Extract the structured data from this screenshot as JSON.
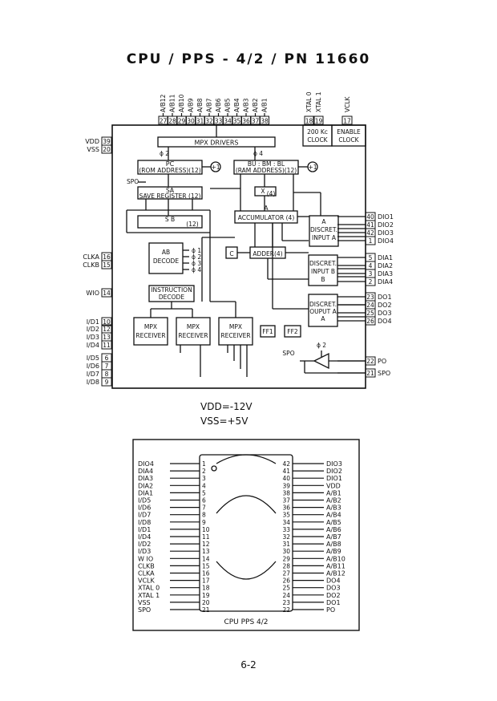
{
  "title": "CPU / PPS - 4/2 / PN 11660",
  "supply": {
    "vdd": "VDD=-12V",
    "vss": "VSS=+5V"
  },
  "page_number": "6-2",
  "block": {
    "top_pins": [
      {
        "name": "A/B12",
        "num": "27"
      },
      {
        "name": "A/B11",
        "num": "28"
      },
      {
        "name": "A/B10",
        "num": "29"
      },
      {
        "name": "A/B9",
        "num": "30"
      },
      {
        "name": "A/B8",
        "num": "31"
      },
      {
        "name": "A/B7",
        "num": "32"
      },
      {
        "name": "A/B6",
        "num": "33"
      },
      {
        "name": "A/B5",
        "num": "34"
      },
      {
        "name": "A/B4",
        "num": "35"
      },
      {
        "name": "A/B3",
        "num": "36"
      },
      {
        "name": "A/B2",
        "num": "37"
      },
      {
        "name": "A/B1",
        "num": "38"
      }
    ],
    "xtal": [
      {
        "name": "XTAL 0",
        "num": "18"
      },
      {
        "name": "XTAL 1",
        "num": "19"
      }
    ],
    "vclk": {
      "name": "VCLK",
      "num": "17"
    },
    "clock200": "200 Kc CLOCK",
    "enable_clock": "ENABLE CLOCK",
    "left_pins": [
      {
        "name": "VDD",
        "num": "39"
      },
      {
        "name": "VSS",
        "num": "20"
      },
      {
        "name": "CLKA",
        "num": "16"
      },
      {
        "name": "CLKB",
        "num": "15"
      },
      {
        "name": "WIO",
        "num": "14"
      },
      {
        "name": "I/D1",
        "num": "10"
      },
      {
        "name": "I/D2",
        "num": "12"
      },
      {
        "name": "I/D3",
        "num": "13"
      },
      {
        "name": "I/D4",
        "num": "11"
      },
      {
        "name": "I/D5",
        "num": "6"
      },
      {
        "name": "I/D6",
        "num": "7"
      },
      {
        "name": "I/D7",
        "num": "8"
      },
      {
        "name": "I/D8",
        "num": "9"
      }
    ],
    "right_pins": [
      {
        "name": "DIO1",
        "num": "40"
      },
      {
        "name": "DIO2",
        "num": "41"
      },
      {
        "name": "DIO3",
        "num": "42"
      },
      {
        "name": "DIO4",
        "num": "1"
      },
      {
        "name": "DIA1",
        "num": "5"
      },
      {
        "name": "DIA2",
        "num": "4"
      },
      {
        "name": "DIA3",
        "num": "3"
      },
      {
        "name": "DIA4",
        "num": "2"
      },
      {
        "name": "DO1",
        "num": "23"
      },
      {
        "name": "DO2",
        "num": "24"
      },
      {
        "name": "DO3",
        "num": "25"
      },
      {
        "name": "DO4",
        "num": "26"
      },
      {
        "name": "PO",
        "num": "22"
      },
      {
        "name": "SPO",
        "num": "21"
      }
    ],
    "labels": {
      "mpx_drivers": "MPX DRIVERS",
      "phi2": "ϕ 2",
      "phi4": "ϕ 4",
      "pc": "PC",
      "rom_address": "(ROM ADDRESS)(12)",
      "plus1": "+1",
      "bu_bm_bl": "BU : BM : BL",
      "ram_address": "(RAM ADDRESS)(12)",
      "spo": "SPO",
      "sa": "SA",
      "save_register": "SAVE REGISTER (12)",
      "x": "X",
      "x4": "(4)",
      "sb": "S B",
      "sb12": "(12)",
      "a": "A",
      "accumulator": "ACCUMULATOR (4)",
      "discrete_input_a": [
        "A",
        "DISCRET.",
        "INPUT A"
      ],
      "ab": "AB",
      "decode": "DECODE",
      "phases": [
        "ϕ 1",
        "ϕ 2",
        "ϕ 3",
        "ϕ 4"
      ],
      "c": "C",
      "adder": "ADDER(4)",
      "discrete_input_b": [
        "DISCRET.",
        "INPUT B",
        "B"
      ],
      "instruction": "INSTRUCTION",
      "instr_decode": "DECODE",
      "discrete_output_a": [
        "DISCRET.",
        "OUPUT A",
        "A"
      ],
      "mpx": "MPX",
      "receiver": "RECEIVER",
      "ff1": "FF1",
      "ff2": "FF2",
      "spo_out": "SPO",
      "phi2_small": "ϕ 2"
    }
  },
  "package": {
    "caption": "CPU  PPS 4/2",
    "left": [
      {
        "name": "DIO4",
        "num": "1"
      },
      {
        "name": "DIA4",
        "num": "2"
      },
      {
        "name": "DIA3",
        "num": "3"
      },
      {
        "name": "DIA2",
        "num": "4"
      },
      {
        "name": "DIA1",
        "num": "5"
      },
      {
        "name": "I/D5",
        "num": "6"
      },
      {
        "name": "I/D6",
        "num": "7"
      },
      {
        "name": "I/D7",
        "num": "8"
      },
      {
        "name": "I/D8",
        "num": "9"
      },
      {
        "name": "I/D1",
        "num": "10"
      },
      {
        "name": "I/D4",
        "num": "11"
      },
      {
        "name": "I/D2",
        "num": "12"
      },
      {
        "name": "I/D3",
        "num": "13"
      },
      {
        "name": "W IO",
        "num": "14"
      },
      {
        "name": "CLKB",
        "num": "15"
      },
      {
        "name": "CLKA",
        "num": "16"
      },
      {
        "name": "VCLK",
        "num": "17"
      },
      {
        "name": "XTAL 0",
        "num": "18"
      },
      {
        "name": "XTAL 1",
        "num": "19"
      },
      {
        "name": "VSS",
        "num": "20"
      },
      {
        "name": "SPO",
        "num": "21"
      }
    ],
    "right": [
      {
        "name": "DIO3",
        "num": "42"
      },
      {
        "name": "DIO2",
        "num": "41"
      },
      {
        "name": "DIO1",
        "num": "40"
      },
      {
        "name": "VDD",
        "num": "39"
      },
      {
        "name": "A/B1",
        "num": "38"
      },
      {
        "name": "A/B2",
        "num": "37"
      },
      {
        "name": "A/B3",
        "num": "36"
      },
      {
        "name": "A/B4",
        "num": "35"
      },
      {
        "name": "A/B5",
        "num": "34"
      },
      {
        "name": "A/B6",
        "num": "33"
      },
      {
        "name": "A/B7",
        "num": "32"
      },
      {
        "name": "A/B8",
        "num": "31"
      },
      {
        "name": "A/B9",
        "num": "30"
      },
      {
        "name": "A/B10",
        "num": "29"
      },
      {
        "name": "A/B11",
        "num": "28"
      },
      {
        "name": "A/B12",
        "num": "27"
      },
      {
        "name": "DO4",
        "num": "26"
      },
      {
        "name": "DO3",
        "num": "25"
      },
      {
        "name": "DO2",
        "num": "24"
      },
      {
        "name": "DO1",
        "num": "23"
      },
      {
        "name": "PO",
        "num": "22"
      }
    ]
  }
}
